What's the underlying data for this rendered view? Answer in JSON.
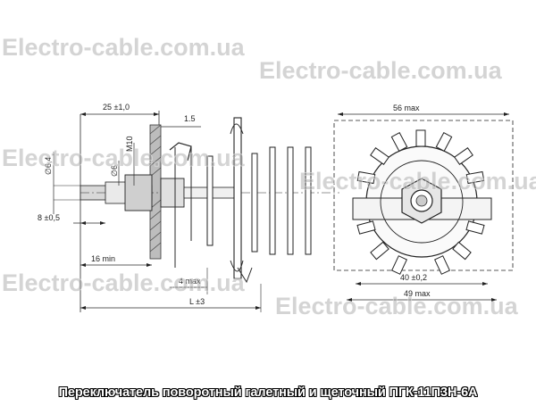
{
  "watermark": "Electro-cable.com.ua",
  "caption": "Переключатель поворотный галетный и щеточный ПГК-11П3Н-6А",
  "side_view": {
    "dim_25": "25 ±1,0",
    "dim_1_5": "1.5",
    "dim_m10": "M10",
    "dim_d6": "∅6",
    "dim_d6_4": "∅6,4",
    "dim_8": "8 ±0,5",
    "dim_16": "16 min",
    "dim_4max": "4 max",
    "dim_L": "L ±3"
  },
  "front_view": {
    "dim_56": "56 max",
    "dim_40": "40 ±0,2",
    "dim_49": "49 max"
  }
}
